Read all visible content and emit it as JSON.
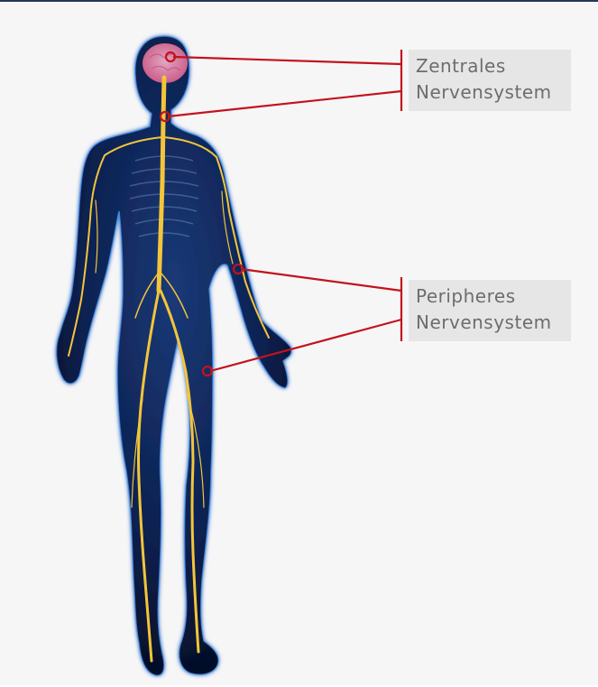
{
  "labels": {
    "central": {
      "line1": "Zentrales",
      "line2": "Nervensystem"
    },
    "peripheral": {
      "line1": "Peripheres",
      "line2": "Nervensystem"
    }
  },
  "colors": {
    "frame_top": "#243758",
    "background": "#f6f6f7",
    "label_bg": "#e6e6e6",
    "label_text": "#6d6d6d",
    "callout": "#c3131d",
    "nerves": "#f3c53a",
    "body": "#0b1f45",
    "body_glow": "#5ab0ff",
    "brain": "#f08fb5"
  },
  "illustration": "human-body-nervous-system"
}
